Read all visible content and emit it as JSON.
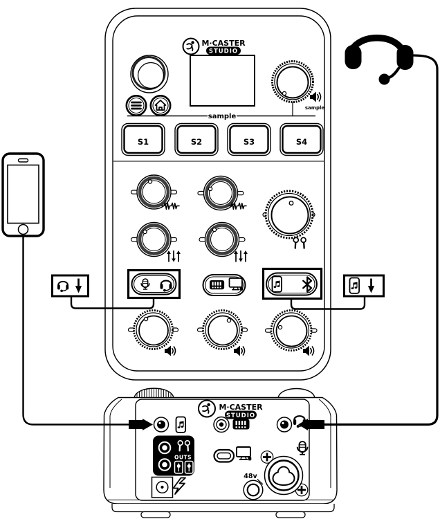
{
  "diagram_title_hint": "M-Caster Studio hookup diagram (front panel, rear panel, phone and headset connections)",
  "colors": {
    "line": "#000000",
    "background": "#ffffff",
    "knob_ring": "#3d3d3d",
    "badge_bg": "#000000",
    "badge_text": "#ffffff"
  },
  "front": {
    "brand": "M·CASTER",
    "brand_badge": "STUDIO",
    "sample_divider_label": "sample",
    "sample_knob_label": "sample",
    "sample_buttons": [
      {
        "label": "S1"
      },
      {
        "label": "S2"
      },
      {
        "label": "S3"
      },
      {
        "label": "S4"
      }
    ]
  },
  "rear": {
    "brand": "M·CASTER",
    "brand_badge": "STUDIO",
    "outs_label": "OUTS",
    "phantom_label": "48v"
  },
  "icons": {
    "front": [
      "mackie-runman-logo-icon",
      "menu-icon",
      "home-icon",
      "speaker-volume-icon",
      "voice-fx-wave-icon",
      "eq-faders-icon",
      "earbuds-icon",
      "mic-icon",
      "headset-icon",
      "keys-connector-icon",
      "monitor-icon",
      "phone-music-icon",
      "bluetooth-icon"
    ],
    "rear": [
      "mackie-runman-logo-icon",
      "aux-in-jack",
      "phone-music-icon",
      "line-in-jack",
      "keys-connector-icon",
      "headset-jack",
      "headset-icon",
      "earbuds-icon",
      "fader-icon",
      "outs-jacks",
      "power-jack",
      "lightning-icon",
      "usb-c-port",
      "monitor-icon",
      "plus-screw-icon",
      "48v-jack",
      "xlr-combo-jack",
      "mic-icon"
    ],
    "external": [
      "smartphone",
      "headphones-with-boom-mic",
      "headset-down-arrow-callout",
      "phone-down-arrow-callout",
      "cable-plug"
    ]
  }
}
